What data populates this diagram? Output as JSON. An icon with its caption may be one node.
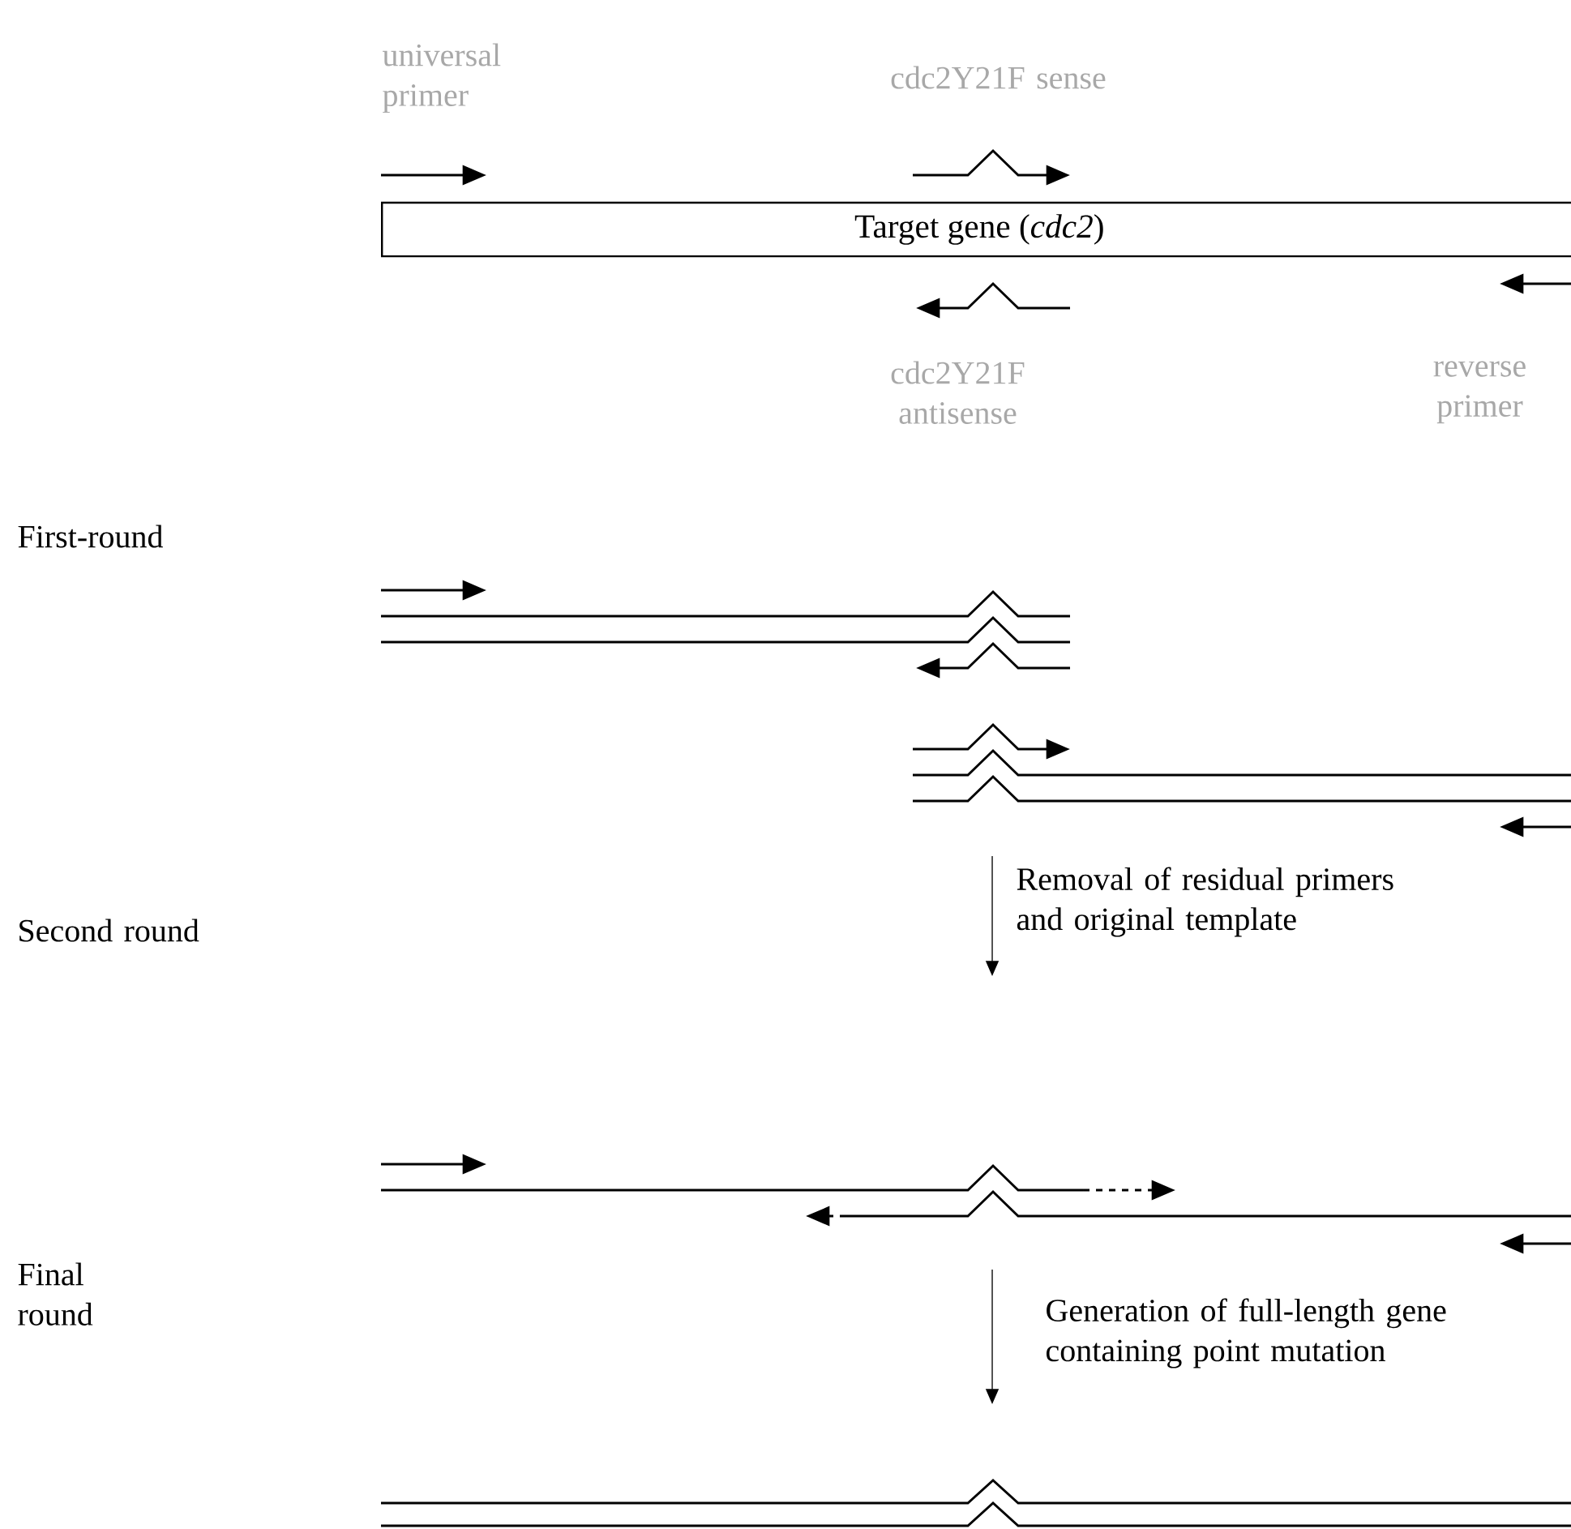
{
  "diagram": {
    "nodes": [
      {
        "text": [
          "Target gene (*cdc2*)"
        ]
      }
    ],
    "labels": [
      "universal primer",
      "cdc2Y21F sense",
      "cdc2Y21F antisense",
      "reverse primer",
      "First-round",
      "Removal of residual primers and original template",
      "Second round",
      "Generation of full-length gene containing point mutation",
      "Final round"
    ]
  }
}
